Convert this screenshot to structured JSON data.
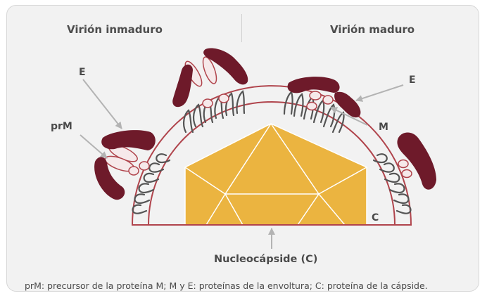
{
  "headers": {
    "left": "Virión inmaduro",
    "right": "Virión maduro"
  },
  "labels": {
    "e_left": "E",
    "prm": "prM",
    "e_right": "E",
    "m": "M",
    "c": "C",
    "nucleocapsid": "Nucleocápside (C)"
  },
  "caption": "prM: precursor de la proteína M;  M y E: proteínas de la envoltura;  C: proteína de la cápside.",
  "colors": {
    "background": "#f2f2f2",
    "membrane": "#b0444c",
    "e_protein": "#6e1a2a",
    "prm_outline": "#b0444c",
    "capsid": "#ebb440",
    "stalk": "#555555",
    "arrow": "#b3b3b3"
  }
}
